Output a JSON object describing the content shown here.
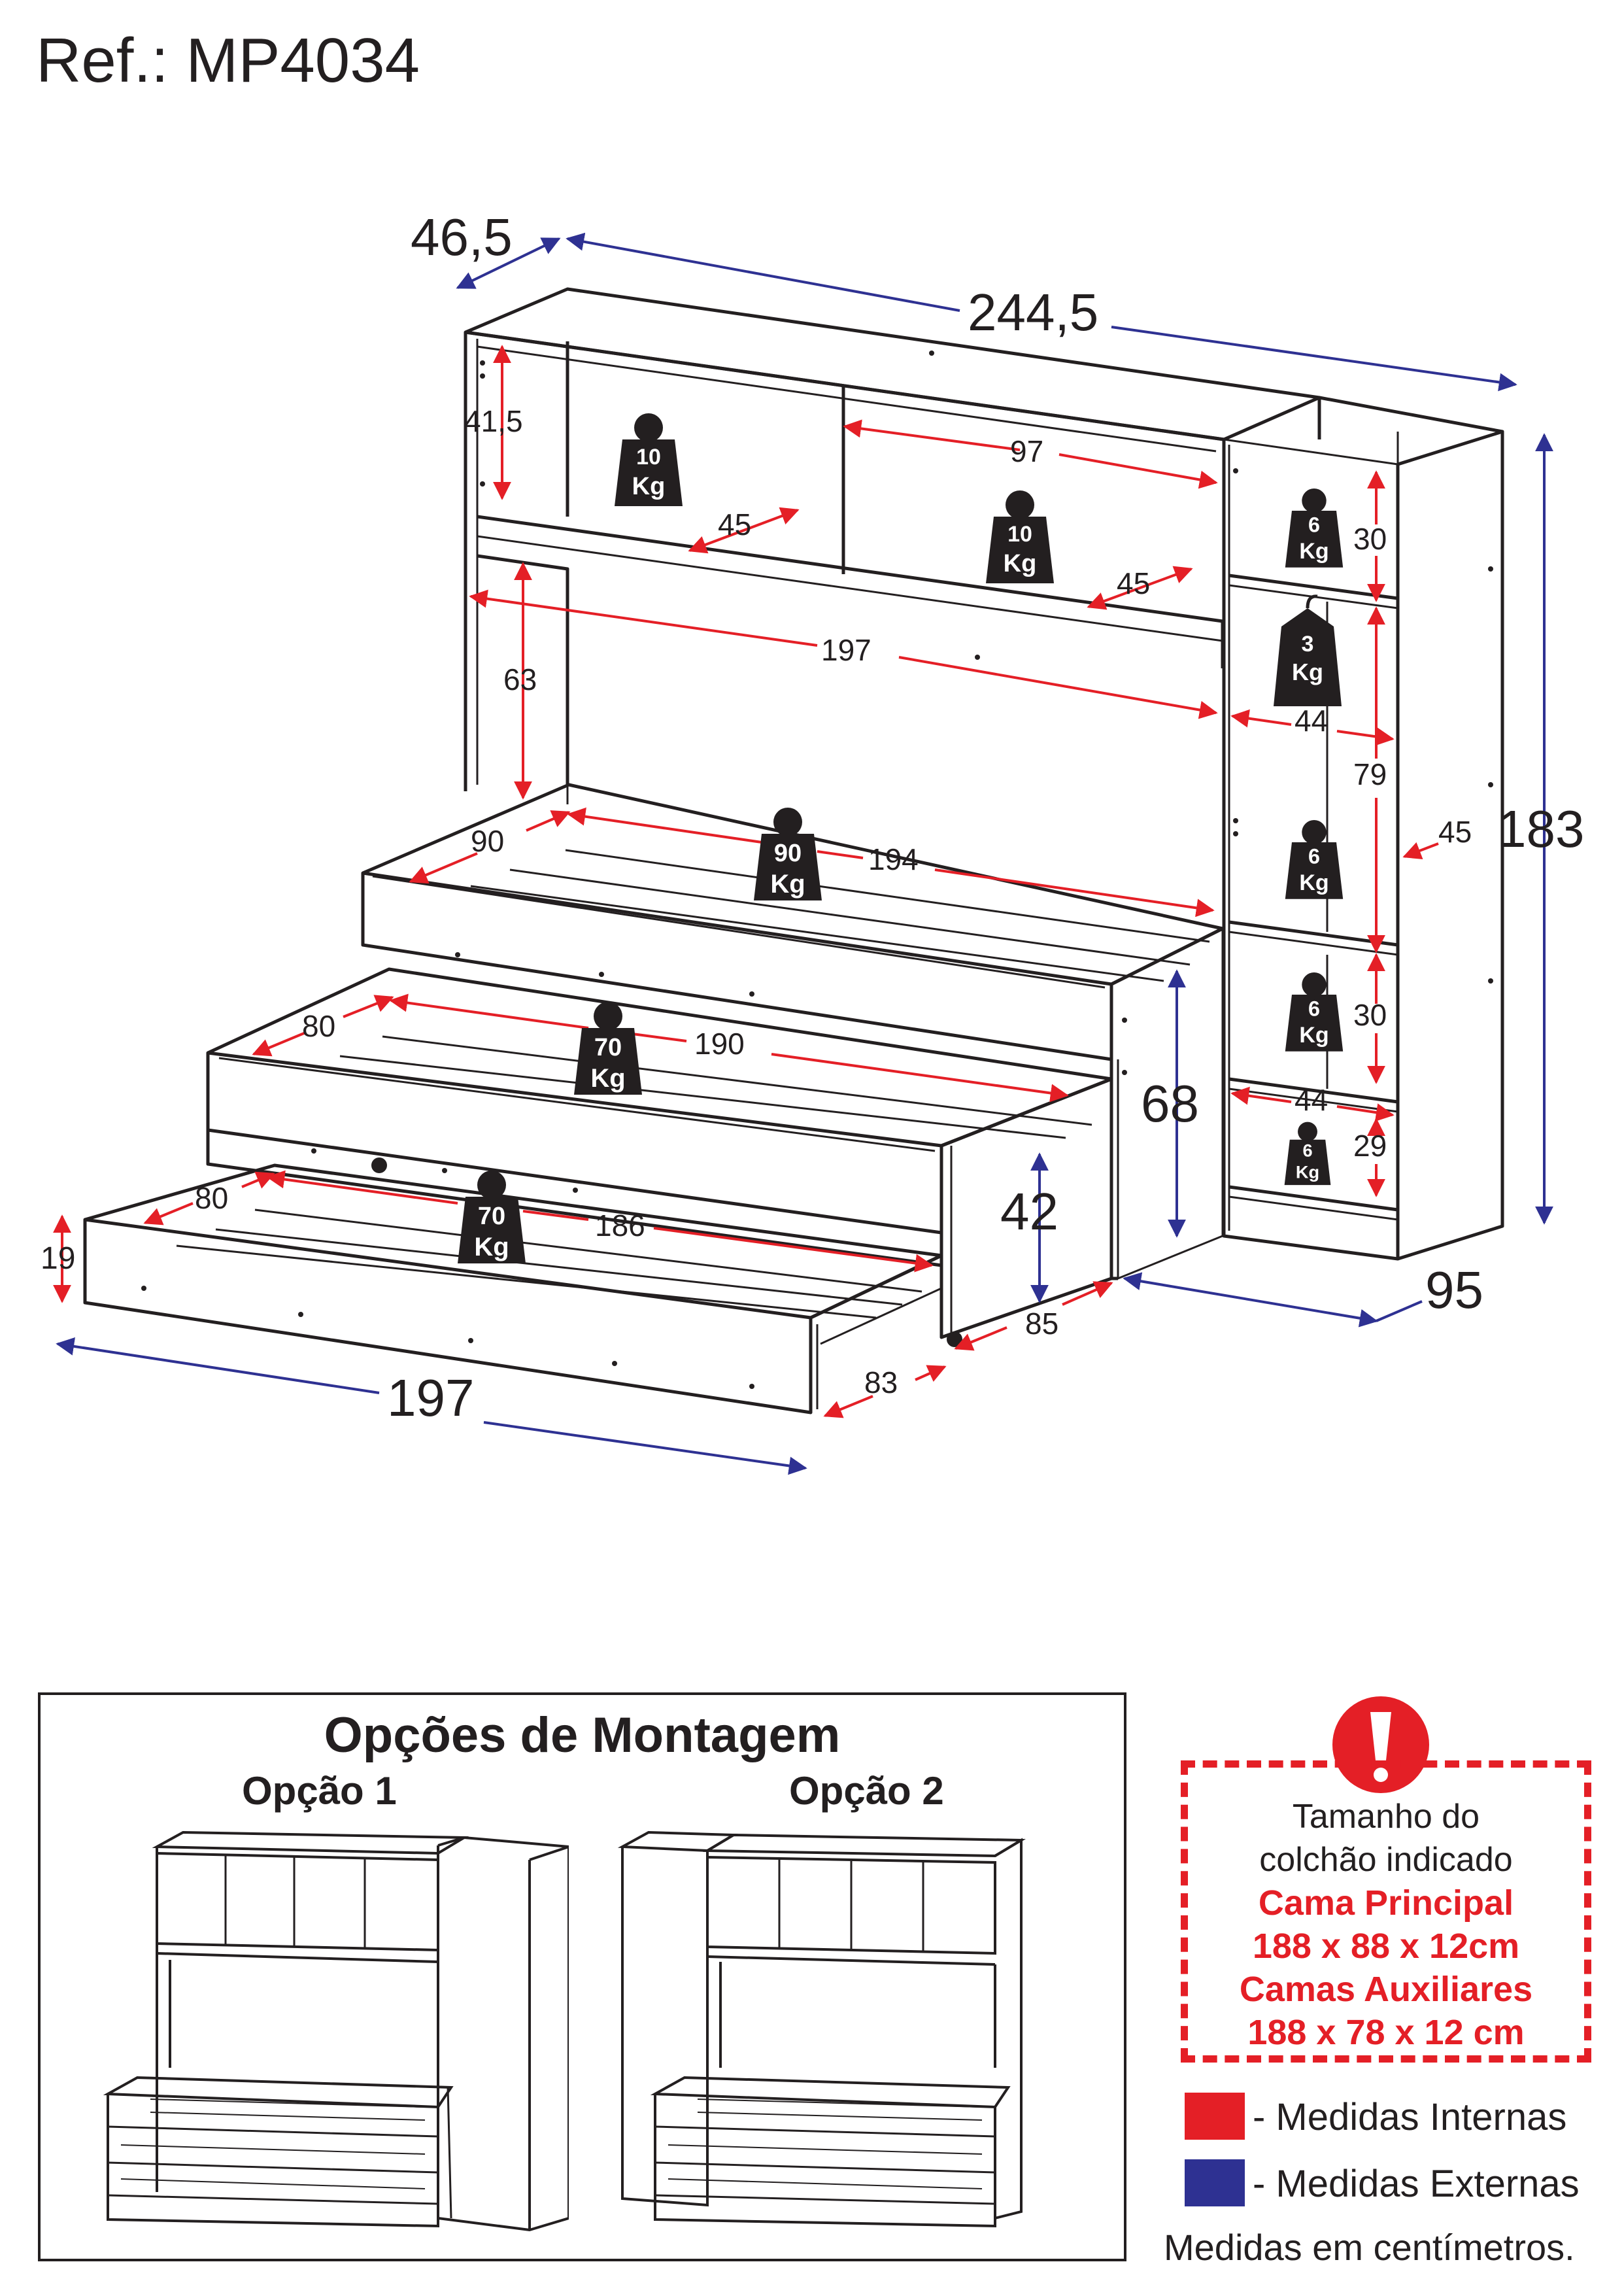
{
  "reference": "Ref.: MP4034",
  "colors": {
    "internal": "#e41f26",
    "external": "#2e3192",
    "line": "#231f20"
  },
  "external_dims": {
    "depth_top": "46,5",
    "width_total": "244,5",
    "height_total": "183",
    "side_depth": "95",
    "bed_height": "68",
    "aux_height": "42",
    "trundle_height": "19",
    "bed_width": "197"
  },
  "internal_dims": {
    "top_niche_h": "41,5",
    "top_niche_w": "97",
    "top_niche_d1": "45",
    "top_niche_d2": "45",
    "space_h": "63",
    "space_w": "197",
    "main_bed_d": "90",
    "main_bed_w": "194",
    "aux_bed_d": "80",
    "aux_bed_w": "190",
    "trundle_d": "80",
    "trundle_w": "186",
    "aux_ext": "85",
    "trundle_ext": "83",
    "col_top_h": "30",
    "col_hang_w": "44",
    "col_hang_h": "79",
    "col_depth": "45",
    "col_mid_h": "30",
    "col_low_w": "44",
    "col_low_h": "29"
  },
  "weights": {
    "shelf_left": {
      "value": "10",
      "unit": "Kg"
    },
    "shelf_right": {
      "value": "10",
      "unit": "Kg"
    },
    "col_top": {
      "value": "6",
      "unit": "Kg"
    },
    "hanger": {
      "value": "3",
      "unit": "Kg"
    },
    "col_shelf": {
      "value": "6",
      "unit": "Kg"
    },
    "col_mid": {
      "value": "6",
      "unit": "Kg"
    },
    "col_low": {
      "value": "6",
      "unit": "Kg"
    },
    "main_bed": {
      "value": "90",
      "unit": "Kg"
    },
    "aux_bed": {
      "value": "70",
      "unit": "Kg"
    },
    "trundle": {
      "value": "70",
      "unit": "Kg"
    }
  },
  "montagem": {
    "title": "Opções de Montagem",
    "option1": "Opção 1",
    "option2": "Opção 2"
  },
  "notice": {
    "line1": "Tamanho do",
    "line2": "colchão indicado",
    "main_label": "Cama Principal",
    "main_size": "188 x 88 x 12cm",
    "aux_label": "Camas Auxiliares",
    "aux_size": "188 x 78 x 12 cm"
  },
  "legend": {
    "internal": "- Medidas Internas",
    "external": "- Medidas Externas"
  },
  "units_note": "Medidas em centímetros."
}
